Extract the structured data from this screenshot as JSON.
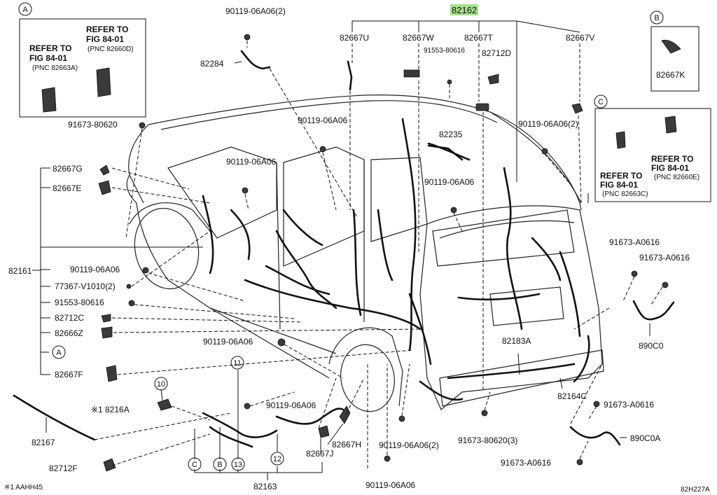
{
  "diagram": {
    "highlighted_part": "82162",
    "labels": {
      "p90119_2_top": "90119-06A06(2)",
      "p82162": "82162",
      "p82667U": "82667U",
      "p82667W": "82667W",
      "p82667T": "82667T",
      "p82667V": "82667V",
      "p91553_top": "91553-80616",
      "p82712D": "82712D",
      "p82284": "82284",
      "p91673_80620": "91673-80620",
      "p90119_mid1": "90119-06A06",
      "p82235": "82235",
      "p90119_2_right": "90119-06A06(2)",
      "p82667G": "82667G",
      "p90119_mid2": "90119-06A06",
      "p82667E": "82667E",
      "p90119_mid3": "90119-06A06",
      "p82161": "82161",
      "p90119_left": "90119-06A06",
      "p77367": "77367-V1010(2)",
      "p91553_left": "91553-80616",
      "p82712C": "82712C",
      "p82666Z": "82666Z",
      "p90119_low": "90119-06A06",
      "p82667F": "82667F",
      "p91673_A0616_a": "91673-A0616",
      "p91673_A0616_b": "91673-A0616",
      "p890C0": "890C0",
      "p82183A": "82183A",
      "p82164C": "82164C",
      "p91673_A0616_c": "91673-A0616",
      "p890C0A": "890C0A",
      "p91673_A0616_d": "91673-A0616",
      "p91673_80620_3": "91673-80620(3)",
      "p82216A": "8216A",
      "p82216A_mark": "※1",
      "p90119_harn": "90119-06A06",
      "p82667H": "82667H",
      "p82667J": "82667J",
      "p82167": "82167",
      "p82712F": "82712F",
      "p90119_2_bot": "90119-06A06(2)",
      "p90119_bot": "90119-06A06",
      "p82163": "82163",
      "p82667K": "82667K"
    },
    "box_a": {
      "letter": "A",
      "ref1_l1": "REFER TO",
      "ref1_l2": "FIG 84-01",
      "ref1_l3": "(PNC 82663A)",
      "ref2_l1": "REFER TO",
      "ref2_l2": "FIG 84-01",
      "ref2_l3": "(PNC 82660D)"
    },
    "box_b": {
      "letter": "B"
    },
    "box_c": {
      "letter": "C",
      "ref1_l1": "REFER TO",
      "ref1_l2": "FIG 84-01",
      "ref1_l3": "(PNC 82663C)",
      "ref2_l1": "REFER TO",
      "ref2_l2": "FIG 84-01",
      "ref2_l3": "(PNC 82660E)"
    },
    "circle_markers": {
      "a_left": "A",
      "n11": "11",
      "n10": "10",
      "c": "C",
      "b": "B",
      "n13": "13",
      "n12": "12"
    },
    "footnote": "※1 AAHH45",
    "figure_code": "82H227A"
  }
}
